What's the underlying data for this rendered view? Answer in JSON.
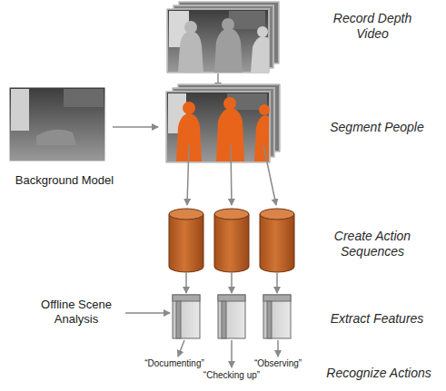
{
  "diagram": {
    "nodes": [
      {
        "text": [
          "Background Model"
        ]
      }
    ],
    "labels": [
      "Record Depth Video",
      "Segment People",
      "Create Action Sequences",
      "Offline Scene Analysis",
      "Extract Features",
      "“Documenting”",
      "“Checking up”",
      "“Observing”",
      "Recognize Actions"
    ]
  }
}
